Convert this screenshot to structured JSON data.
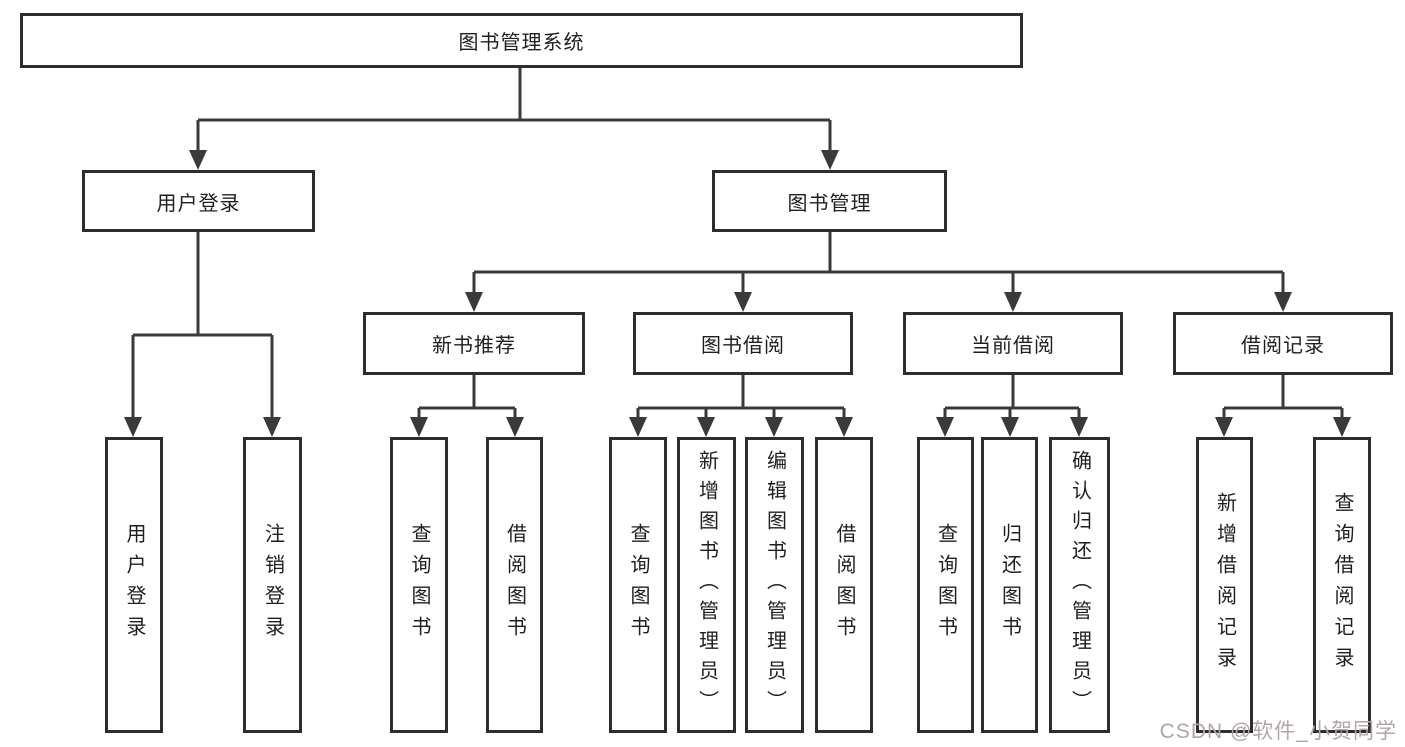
{
  "diagram": {
    "root": "图书管理系统",
    "level2": [
      {
        "id": "user-login",
        "label": "用户登录"
      },
      {
        "id": "book-management",
        "label": "图书管理"
      }
    ],
    "level3": [
      {
        "id": "new-book-recommend",
        "label": "新书推荐"
      },
      {
        "id": "book-borrowing",
        "label": "图书借阅"
      },
      {
        "id": "current-borrowing",
        "label": "当前借阅"
      },
      {
        "id": "borrow-records",
        "label": "借阅记录"
      }
    ],
    "leaves": {
      "user_login": [
        "用户登录",
        "注销登录"
      ],
      "new_book_recommend": [
        "查询图书",
        "借阅图书"
      ],
      "book_borrowing": [
        "查询图书",
        "新增图书（管理员）",
        "编辑图书（管理员）",
        "借阅图书"
      ],
      "current_borrowing": [
        "查询图书",
        "归还图书",
        "确认归还（管理员）"
      ],
      "borrow_records": [
        "新增借阅记录",
        "查询借阅记录"
      ]
    }
  },
  "watermark": {
    "text": "CSDN @软件_小贺同学"
  },
  "colors": {
    "line": "#3a3a3a",
    "box_border": "#2d2d2d",
    "text": "#1f1f1f",
    "watermark": "#b0a6a6",
    "background": "#ffffff"
  }
}
